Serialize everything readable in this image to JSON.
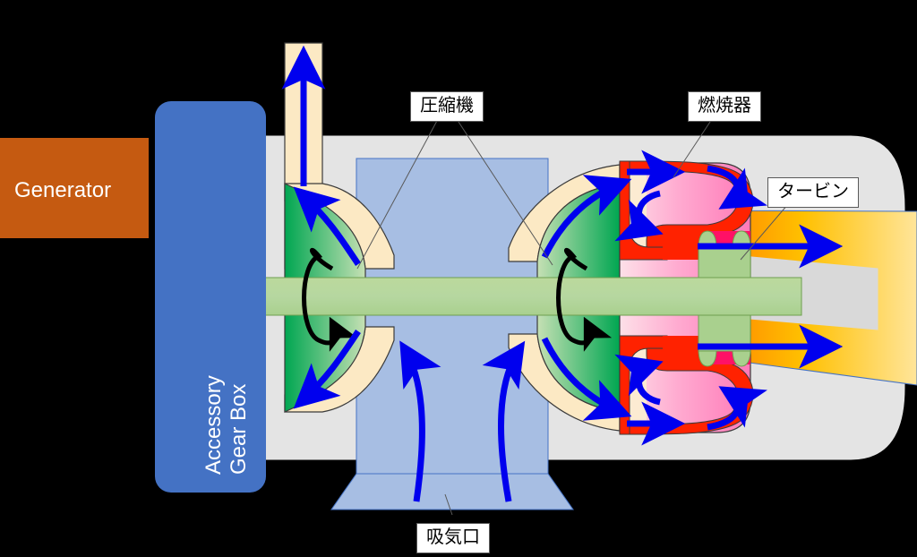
{
  "diagram": {
    "title": "Micro gas turbine generator cutaway schematic",
    "background_color": "#000000"
  },
  "blocks": {
    "generator": {
      "label": "Generator",
      "color": "#C55A11",
      "text_color": "#FFFFFF"
    },
    "accessory_gear_box": {
      "label_line1": "Accessory",
      "label_line2": "Gear Box",
      "color": "#4472C4",
      "text_color": "#FFFFFF"
    }
  },
  "callouts": [
    {
      "name": "compressor",
      "label": "圧縮機"
    },
    {
      "name": "combustor",
      "label": "燃焼器"
    },
    {
      "name": "turbine",
      "label": "タービン"
    },
    {
      "name": "air-intake",
      "label": "吸気口"
    }
  ],
  "colors": {
    "housing": "#E4E4E4",
    "intake_duct": "#A7BEE3",
    "duct_cream": "#FCE9C4",
    "compressor_green_dark": "#00A651",
    "compressor_green_light": "#B6D7A8",
    "shaft_green": "#A9D08E",
    "combustor_pink": "#FF99CC",
    "flame_red": "#FF2200",
    "exhaust_orange": "#FF7000",
    "exhaust_yellow": "#FFD966",
    "flow_arrow_blue": "#0000EE",
    "rotation_arrow": "#000000",
    "leader_line": "#595959"
  },
  "flow": {
    "intake_arrows": 2,
    "compressor_out_arrows": 4,
    "combustor_circulation_arrows": 6,
    "exhaust_arrows": 2,
    "stack_arrow": 1,
    "rotation_arrows": 2
  }
}
